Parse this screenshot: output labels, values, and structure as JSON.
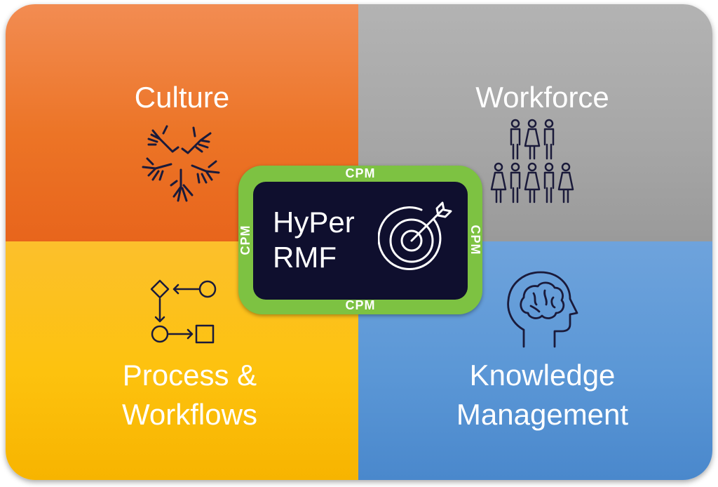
{
  "quadrants": {
    "culture": {
      "label": "Culture",
      "color": "#ec7426",
      "icon": "hands-together-icon"
    },
    "workforce": {
      "label": "Workforce",
      "color": "#a6a6a6",
      "icon": "people-group-icon"
    },
    "process": {
      "label_line1": "Process &",
      "label_line2": "Workflows",
      "color": "#fdc20e",
      "icon": "process-flow-icon"
    },
    "knowledge": {
      "label_line1": "Knowledge",
      "label_line2": "Management",
      "color": "#5b97d6",
      "icon": "brain-head-icon"
    }
  },
  "center": {
    "title_line1": "HyPer",
    "title_line2": "RMF",
    "icon": "target-arrow-icon",
    "border_label": "CPM",
    "border_color": "#7dc242",
    "fill_color": "#0f0f2e"
  }
}
